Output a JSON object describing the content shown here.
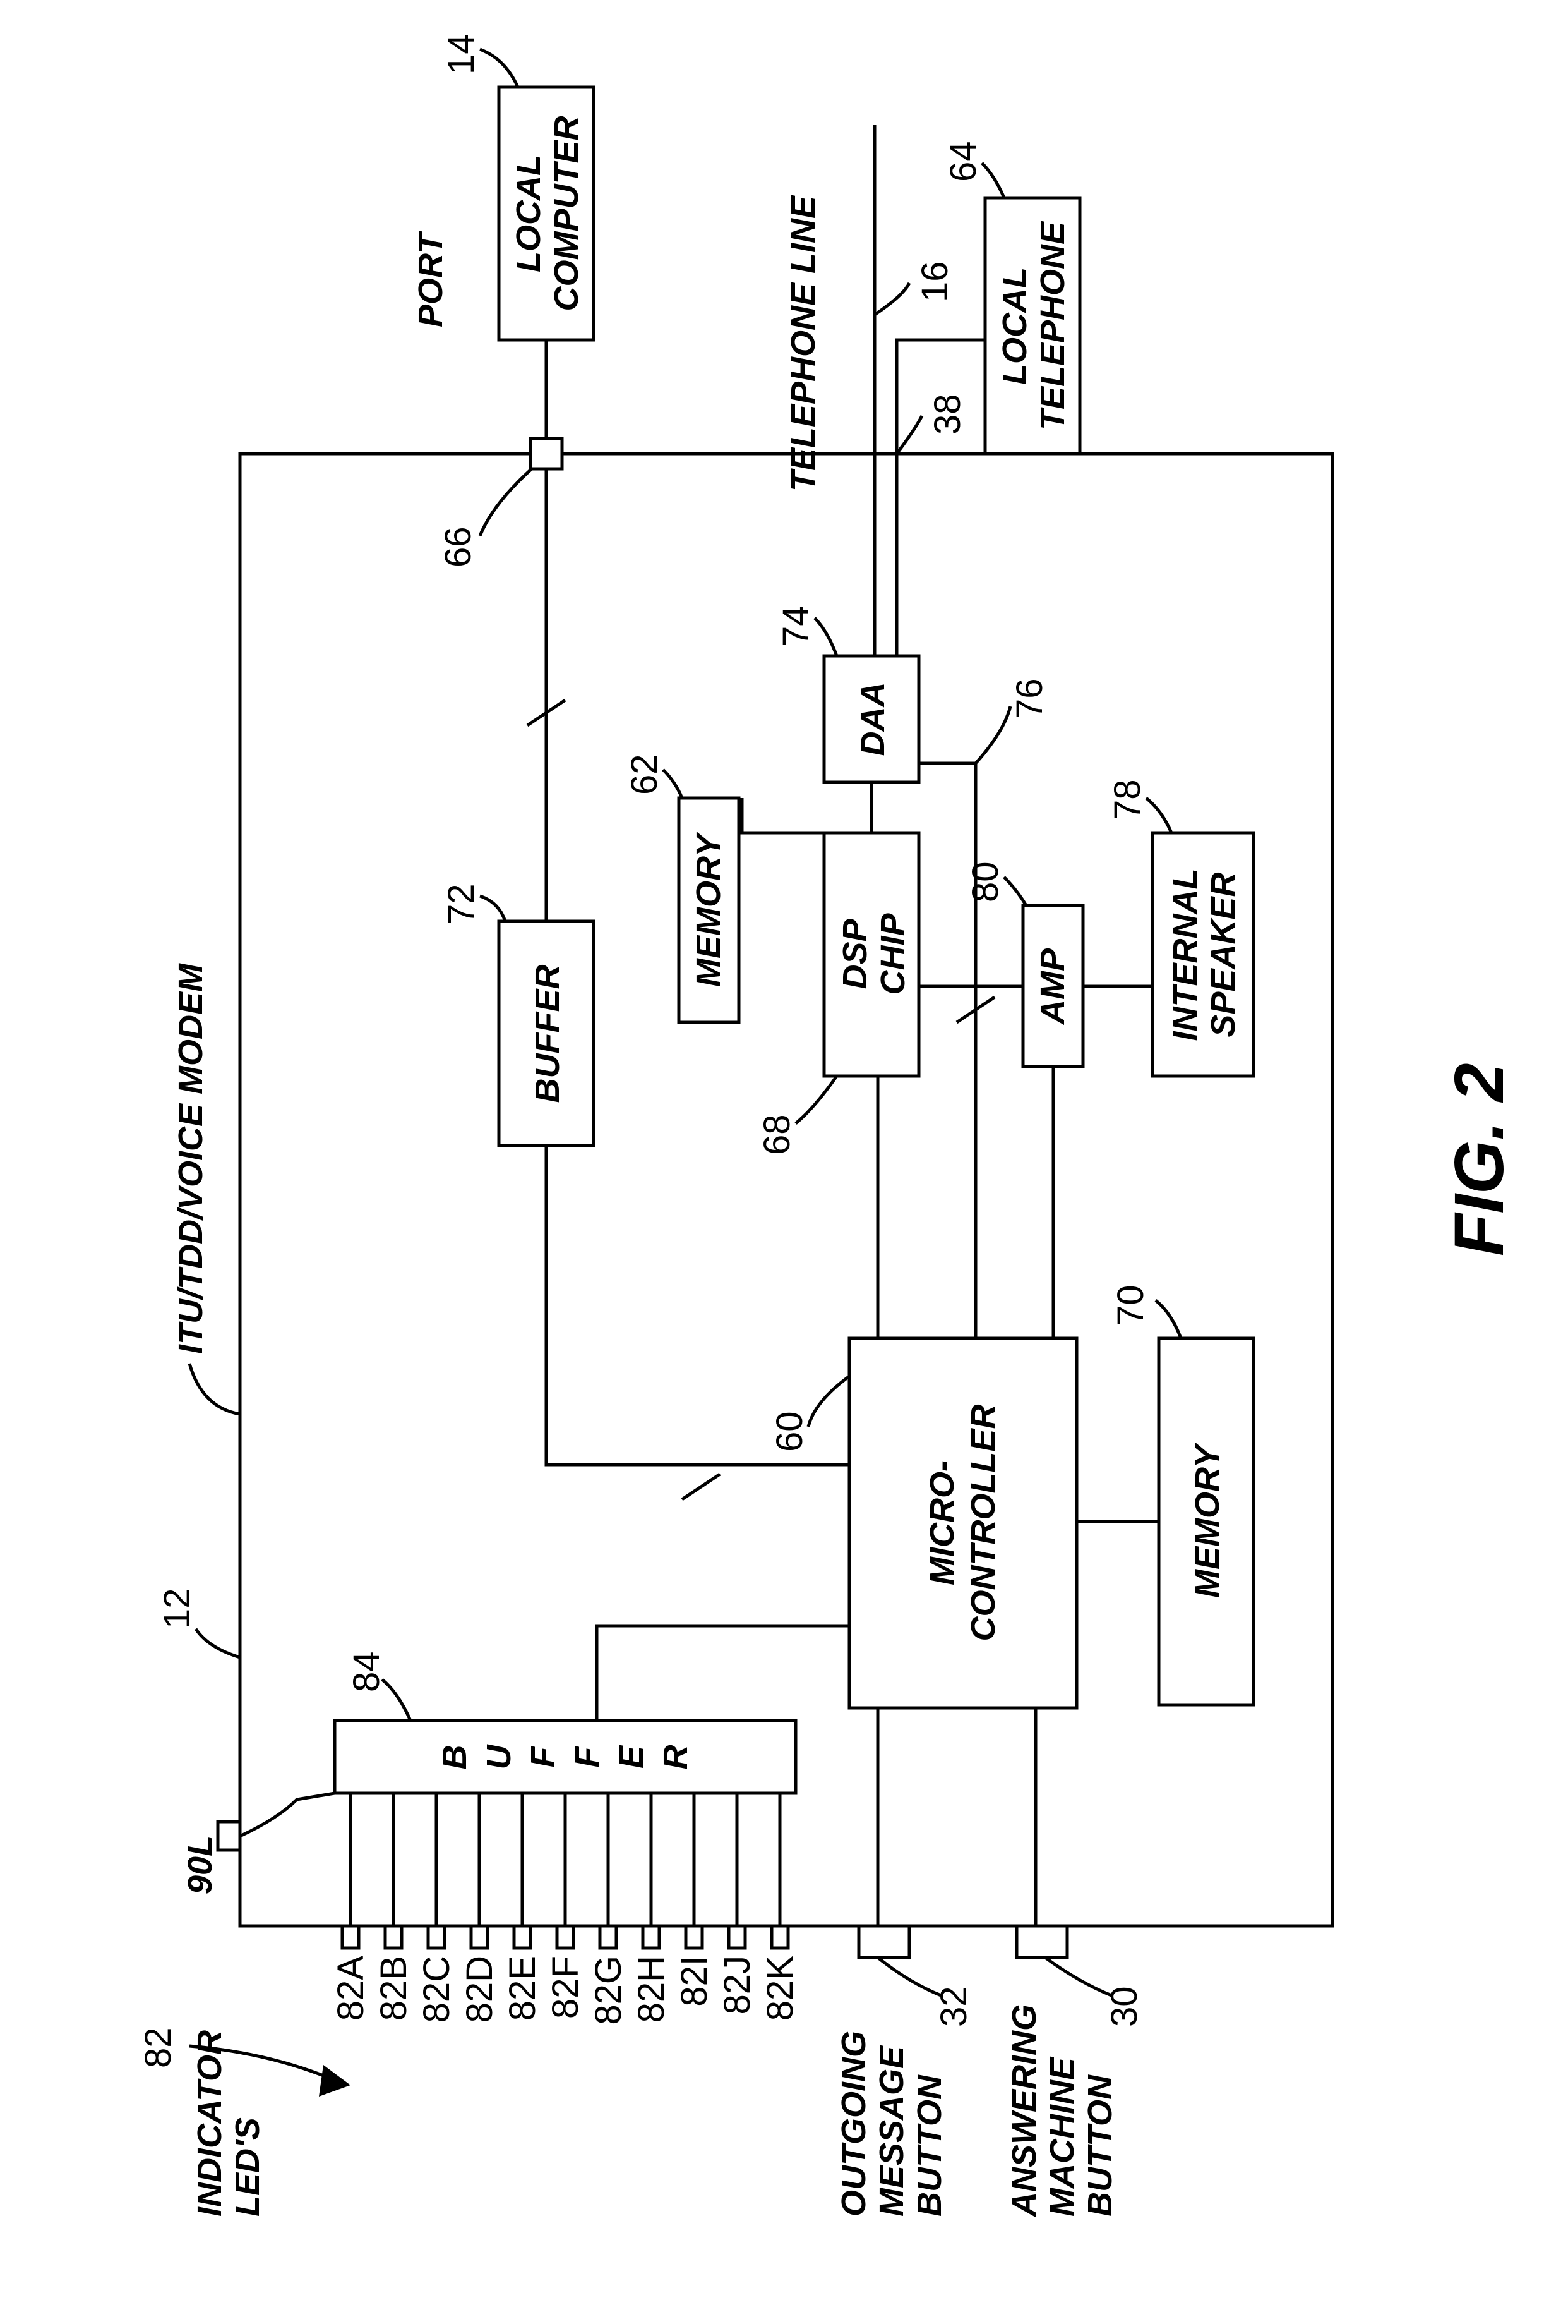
{
  "figure_label": "FIG. 2",
  "modem_label": "ITU/TDD/VOICE MODEM",
  "blocks": {
    "local_computer": [
      "LOCAL",
      "COMPUTER"
    ],
    "local_telephone": [
      "LOCAL",
      "TELEPHONE"
    ],
    "buffer": "BUFFER",
    "memory_62": "MEMORY",
    "dsp_chip": [
      "DSP",
      "CHIP"
    ],
    "daa": "DAA",
    "amp": "AMP",
    "internal_speaker": [
      "INTERNAL",
      "SPEAKER"
    ],
    "microcontroller": [
      "MICRO-",
      "CONTROLLER"
    ],
    "memory_70": "MEMORY",
    "buffer_84": [
      "B",
      "U",
      "F",
      "F",
      "E",
      "R"
    ]
  },
  "labels": {
    "port": "PORT",
    "telephone_line": "TELEPHONE LINE",
    "indicator_leds": [
      "INDICATOR",
      "LED'S"
    ],
    "outgoing_message_button": [
      "OUTGOING",
      "MESSAGE",
      "BUTTON"
    ],
    "answering_machine_button": [
      "ANSWERING",
      "MACHINE",
      "BUTTON"
    ]
  },
  "refs": {
    "r12": "12",
    "r14": "14",
    "r16": "16",
    "r30": "30",
    "r32": "32",
    "r38": "38",
    "r60": "60",
    "r62": "62",
    "r64": "64",
    "r66": "66",
    "r68": "68",
    "r70": "70",
    "r72": "72",
    "r74": "74",
    "r76": "76",
    "r78": "78",
    "r80": "80",
    "r82": "82",
    "r84": "84",
    "r90l": "90L"
  },
  "leds": [
    "82A",
    "82B",
    "82C",
    "82D",
    "82E",
    "82F",
    "82G",
    "82H",
    "82I",
    "82J",
    "82K"
  ]
}
